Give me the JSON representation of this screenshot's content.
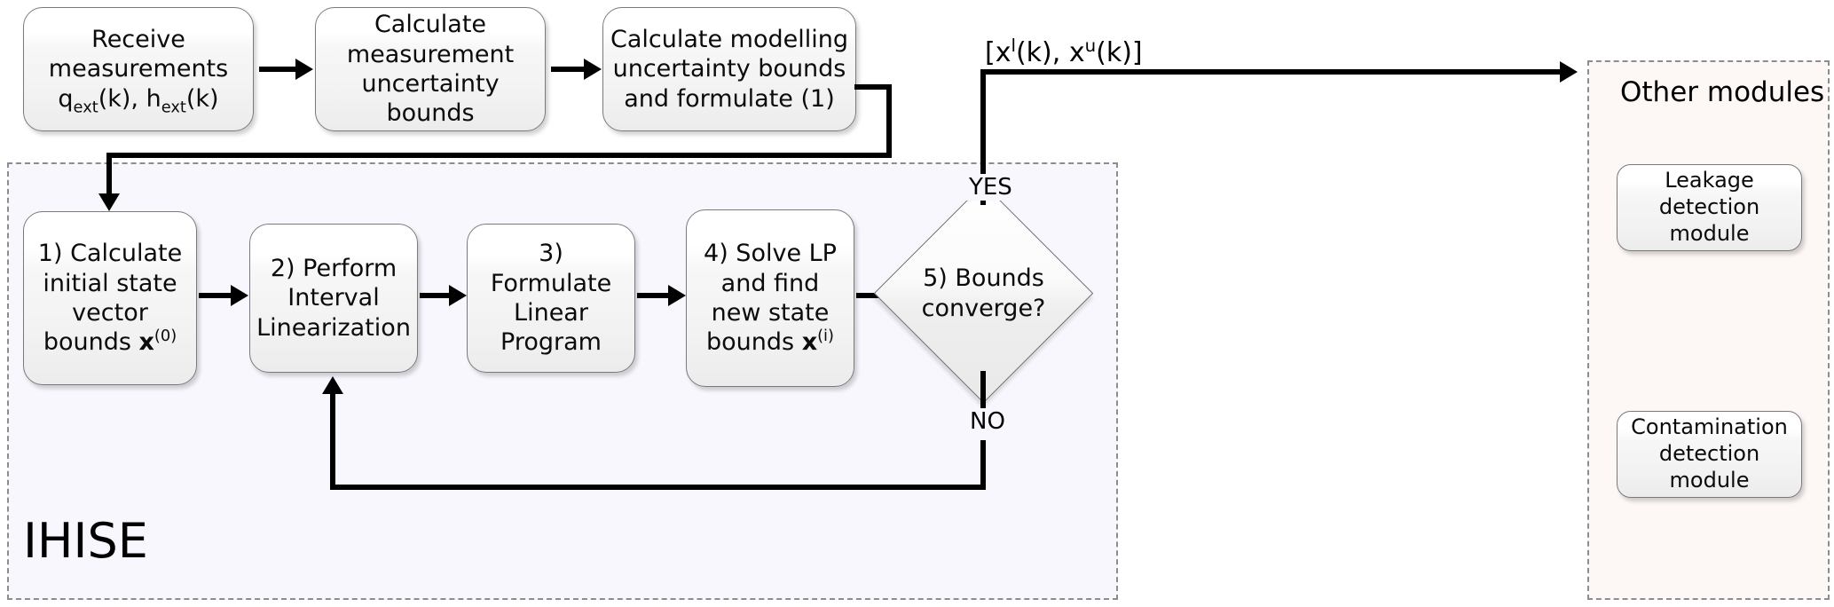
{
  "diagram": {
    "title": "IHISE state estimation flowchart",
    "top_row": [
      {
        "id": "receive-measurements",
        "line1": "Receive",
        "line2": "measurements",
        "line3_pre": "q",
        "line3_sub1": "ext",
        "line3_mid": "(k), h",
        "line3_sub2": "ext",
        "line3_post": "(k)"
      },
      {
        "id": "calculate-measurement-uncertainty",
        "line1": "Calculate",
        "line2": "measurement",
        "line3": "uncertainty bounds"
      },
      {
        "id": "calculate-modelling-uncertainty",
        "line1": "Calculate modelling",
        "line2": "uncertainty bounds",
        "line3": "and formulate (1)"
      }
    ],
    "ihise": {
      "title": "IHISE",
      "steps": [
        {
          "id": "step-1",
          "line1": "1) Calculate",
          "line2": "initial state",
          "line3": "vector",
          "line4_pre": "bounds ",
          "line4_sym": "x",
          "line4_sup": "(0)"
        },
        {
          "id": "step-2",
          "line1": "2) Perform",
          "line2": "Interval",
          "line3": "Linearization"
        },
        {
          "id": "step-3",
          "line1": "3) Formulate",
          "line2": "Linear",
          "line3": "Program"
        },
        {
          "id": "step-4",
          "line1": "4) Solve LP",
          "line2": "and find",
          "line3": "new state",
          "line4_pre": "bounds ",
          "line4_sym": "x",
          "line4_sup": "(i)"
        }
      ],
      "decision": {
        "id": "step-5",
        "line1": "5) Bounds",
        "line2": "converge?"
      },
      "branch_yes": "YES",
      "branch_no": "NO"
    },
    "output_label": {
      "open": "[x",
      "sup1": "l",
      "mid": "(k), x",
      "sup2": "u",
      "close": "(k)]"
    },
    "other_modules": {
      "title": "Other modules",
      "items": [
        {
          "id": "leakage-detection-module",
          "line1": "Leakage detection",
          "line2": "module"
        },
        {
          "id": "contamination-detection-module",
          "line1": "Contamination",
          "line2": "detection module"
        }
      ]
    },
    "colors": {
      "ihise_bg": "#f8f7fe",
      "modules_bg": "#fdf7f5",
      "box_border": "#7a7a7a",
      "dash_border": "#8d8d8d",
      "connector": "#000000"
    }
  }
}
